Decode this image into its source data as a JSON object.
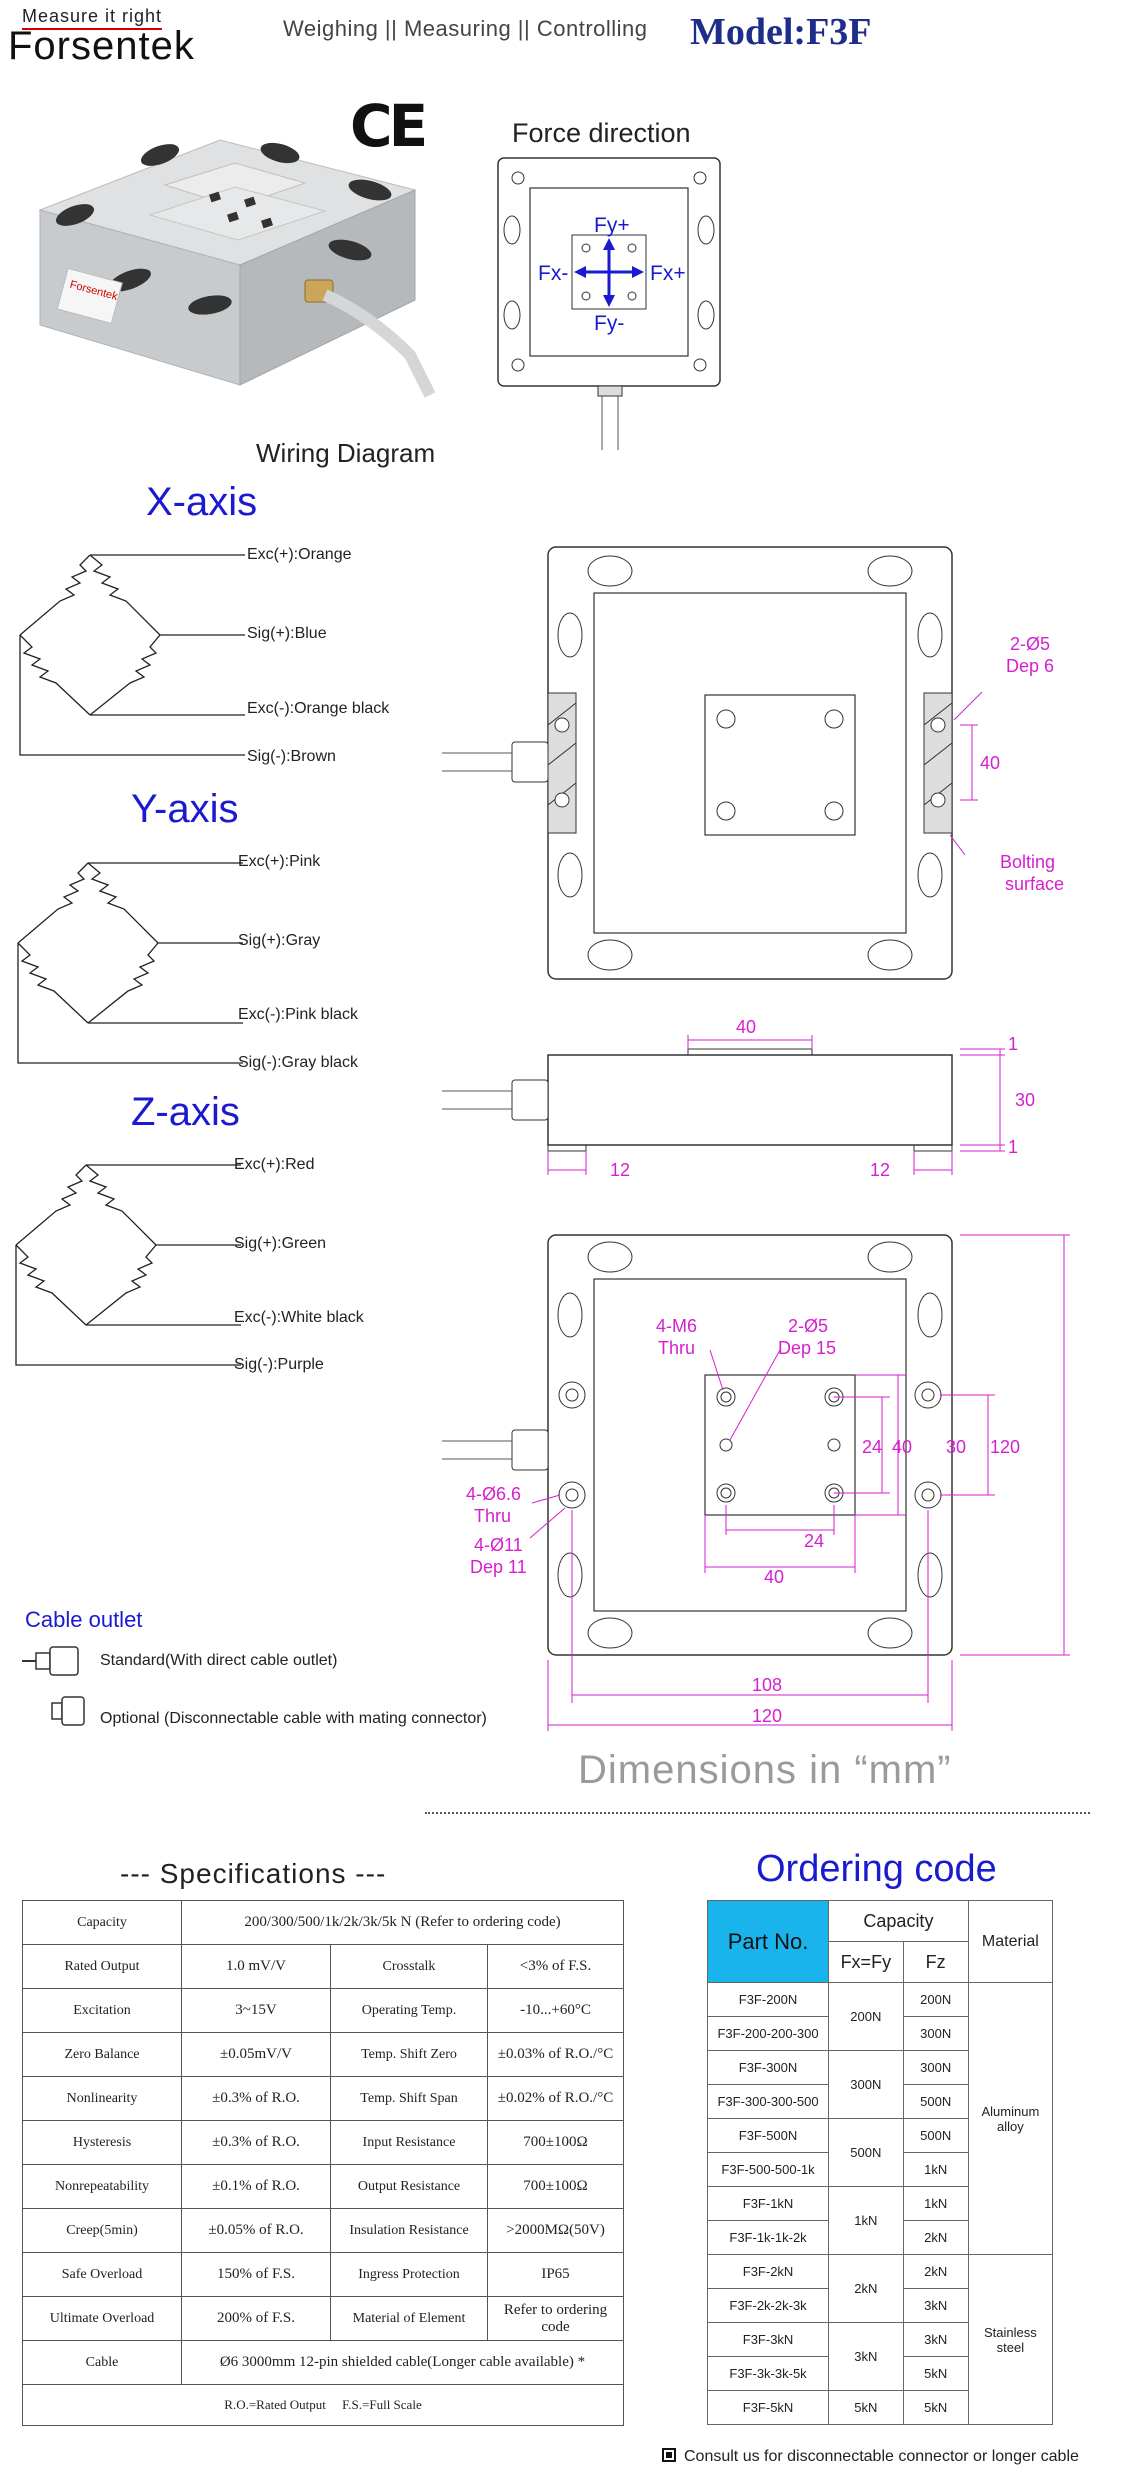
{
  "header": {
    "brand_tag": "Measure it right",
    "brand": "Forsentek",
    "tagline": "Weighing || Measuring || Controlling",
    "model": "Model:F3F"
  },
  "product": {
    "ce_mark": "CE",
    "label_brand": "Forsentek",
    "force_title": "Force direction",
    "fy_plus": "Fy+",
    "fy_minus": "Fy-",
    "fx_plus": "Fx+",
    "fx_minus": "Fx-"
  },
  "wiring": {
    "title": "Wiring Diagram",
    "axes": [
      {
        "name": "X-axis",
        "exc_plus": "Exc(+):Orange",
        "sig_plus": "Sig(+):Blue",
        "exc_minus": "Exc(-):Orange black",
        "sig_minus": "Sig(-):Brown"
      },
      {
        "name": "Y-axis",
        "exc_plus": "Exc(+):Pink",
        "sig_plus": "Sig(+):Gray",
        "exc_minus": "Exc(-):Pink black",
        "sig_minus": "Sig(-):Gray black"
      },
      {
        "name": "Z-axis",
        "exc_plus": "Exc(+):Red",
        "sig_plus": "Sig(+):Green",
        "exc_minus": "Exc(-):White black",
        "sig_minus": "Sig(-):Purple"
      }
    ]
  },
  "cable_outlet": {
    "title": "Cable outlet",
    "standard": "Standard(With direct cable outlet)",
    "optional": "Optional (Disconnectable cable with mating connector)"
  },
  "dimensions": {
    "title": "Dimensions in “mm”",
    "top_view": {
      "bolt_hole": "2-Ø5",
      "bolt_depth": "Dep 6",
      "bolt_spacing": "40",
      "bolting": "Bolting",
      "surface": "surface"
    },
    "side_view": {
      "plate_width": "40",
      "step_top": "1",
      "height": "30",
      "step_bottom": "1",
      "foot_left": "12",
      "foot_right": "12"
    },
    "bottom_view": {
      "m6": "4-M6",
      "m6_thru": "Thru",
      "center_hole": "2-Ø5",
      "center_depth": "Dep 15",
      "hole_66": "4-Ø6.6",
      "hole_66_thru": "Thru",
      "hole_11": "4-Ø11",
      "hole_11_depth": "Dep 11",
      "inner_24v": "24",
      "inner_40v": "40",
      "mount_30": "30",
      "overall_120v": "120",
      "inner_24h": "24",
      "inner_40h": "40",
      "mount_108": "108",
      "overall_120h": "120"
    }
  },
  "specifications": {
    "title": "--- Specifications ---",
    "capacity_label": "Capacity",
    "capacity_value": "200/300/500/1k/2k/3k/5k N (Refer to ordering code)",
    "rows": [
      {
        "l1": "Rated Output",
        "v1": "1.0 mV/V",
        "l2": "Crosstalk",
        "v2": "<3% of F.S."
      },
      {
        "l1": "Excitation",
        "v1": "3~15V",
        "l2": "Operating Temp.",
        "v2": "-10...+60°C"
      },
      {
        "l1": "Zero Balance",
        "v1": "±0.05mV/V",
        "l2": "Temp. Shift Zero",
        "v2": "±0.03% of R.O./°C"
      },
      {
        "l1": "Nonlinearity",
        "v1": "±0.3% of R.O.",
        "l2": "Temp. Shift Span",
        "v2": "±0.02% of R.O./°C"
      },
      {
        "l1": "Hysteresis",
        "v1": "±0.3% of R.O.",
        "l2": "Input Resistance",
        "v2": "700±100Ω"
      },
      {
        "l1": "Nonrepeatability",
        "v1": "±0.1% of R.O.",
        "l2": "Output Resistance",
        "v2": "700±100Ω"
      },
      {
        "l1": "Creep(5min)",
        "v1": "±0.05% of R.O.",
        "l2": "Insulation Resistance",
        "v2": ">2000MΩ(50V)"
      },
      {
        "l1": "Safe Overload",
        "v1": "150% of F.S.",
        "l2": "Ingress Protection",
        "v2": "IP65"
      },
      {
        "l1": "Ultimate Overload",
        "v1": "200% of F.S.",
        "l2": "Material of Element",
        "v2": "Refer to ordering code"
      }
    ],
    "cable_label": "Cable",
    "cable_value": "Ø6 3000mm 12-pin shielded cable(Longer cable available) *",
    "note": "R.O.=Rated Output     F.S.=Full Scale"
  },
  "ordering": {
    "title": "Ordering code",
    "col_part": "Part No.",
    "col_capacity": "Capacity",
    "col_fxfy": "Fx=Fy",
    "col_fz": "Fz",
    "col_material": "Material",
    "rows": [
      {
        "part": "F3F-200N",
        "fz": "200N"
      },
      {
        "part": "F3F-200-200-300",
        "fz": "300N"
      },
      {
        "part": "F3F-300N",
        "fz": "300N"
      },
      {
        "part": "F3F-300-300-500",
        "fz": "500N"
      },
      {
        "part": "F3F-500N",
        "fz": "500N"
      },
      {
        "part": "F3F-500-500-1k",
        "fz": "1kN"
      },
      {
        "part": "F3F-1kN",
        "fz": "1kN"
      },
      {
        "part": "F3F-1k-1k-2k",
        "fz": "2kN"
      },
      {
        "part": "F3F-2kN",
        "fz": "2kN"
      },
      {
        "part": "F3F-2k-2k-3k",
        "fz": "3kN"
      },
      {
        "part": "F3F-3kN",
        "fz": "3kN"
      },
      {
        "part": "F3F-3k-3k-5k",
        "fz": "5kN"
      },
      {
        "part": "F3F-5kN",
        "fz": "5kN"
      }
    ],
    "fxfy_groups": [
      "200N",
      "300N",
      "500N",
      "1kN",
      "2kN",
      "3kN",
      "5kN"
    ],
    "material_aluminum": "Aluminum alloy",
    "material_steel": "Stainless steel",
    "consult": "Consult us for disconnectable connector or longer cable"
  }
}
